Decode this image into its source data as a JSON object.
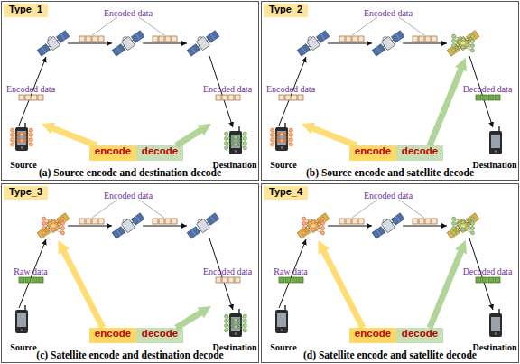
{
  "diagram": {
    "nodes": [
      {
        "text": [
          "(a) Source encode and destination decode"
        ]
      },
      {
        "text": [
          "Type_1"
        ],
        "in": 0
      },
      {
        "text": [
          "Source"
        ],
        "in": 0
      },
      {
        "text": [
          "encode"
        ],
        "in": 0
      },
      {
        "text": [
          "decode"
        ],
        "in": 0
      },
      {
        "text": [
          "Destination"
        ],
        "in": 0
      },
      {
        "text": [
          "(b) Source encode and satellite decode"
        ]
      },
      {
        "text": [
          "Type_2"
        ],
        "in": 6
      },
      {
        "text": [
          "Source"
        ],
        "in": 6
      },
      {
        "text": [
          "encode"
        ],
        "in": 6
      },
      {
        "text": [
          "decode"
        ],
        "in": 6
      },
      {
        "text": [
          "Destination"
        ],
        "in": 6
      },
      {
        "text": [
          "(c) Satellite encode and destination decode"
        ]
      },
      {
        "text": [
          "Type_3"
        ],
        "in": 12
      },
      {
        "text": [
          "Source"
        ],
        "in": 12
      },
      {
        "text": [
          "encode"
        ],
        "in": 12
      },
      {
        "text": [
          "decode"
        ],
        "in": 12
      },
      {
        "text": [
          "Destination"
        ],
        "in": 12
      },
      {
        "text": [
          "(d) Satellite encode and satellite decode"
        ]
      },
      {
        "text": [
          "Type_4"
        ],
        "in": 18
      },
      {
        "text": [
          "Source"
        ],
        "in": 18
      },
      {
        "text": [
          "encode"
        ],
        "in": 18
      },
      {
        "text": [
          "decode"
        ],
        "in": 18
      },
      {
        "text": [
          "Destination"
        ],
        "in": 18
      }
    ],
    "edges": [
      {
        "from": 3,
        "to": 2,
        "arrow": "to"
      },
      {
        "from": 4,
        "to": 5,
        "arrow": "to"
      },
      {
        "from": 9,
        "to": 8,
        "arrow": "to"
      },
      {
        "from": 16,
        "to": 17,
        "arrow": "to"
      }
    ],
    "labels": [
      "Encoded data",
      "Encoded data",
      "Encoded data",
      "Encoded data",
      "Encoded data",
      "Decoded data",
      "Encoded data",
      "Raw data",
      "Encoded data",
      "Encoded data",
      "Raw data",
      "Decoded data"
    ]
  }
}
